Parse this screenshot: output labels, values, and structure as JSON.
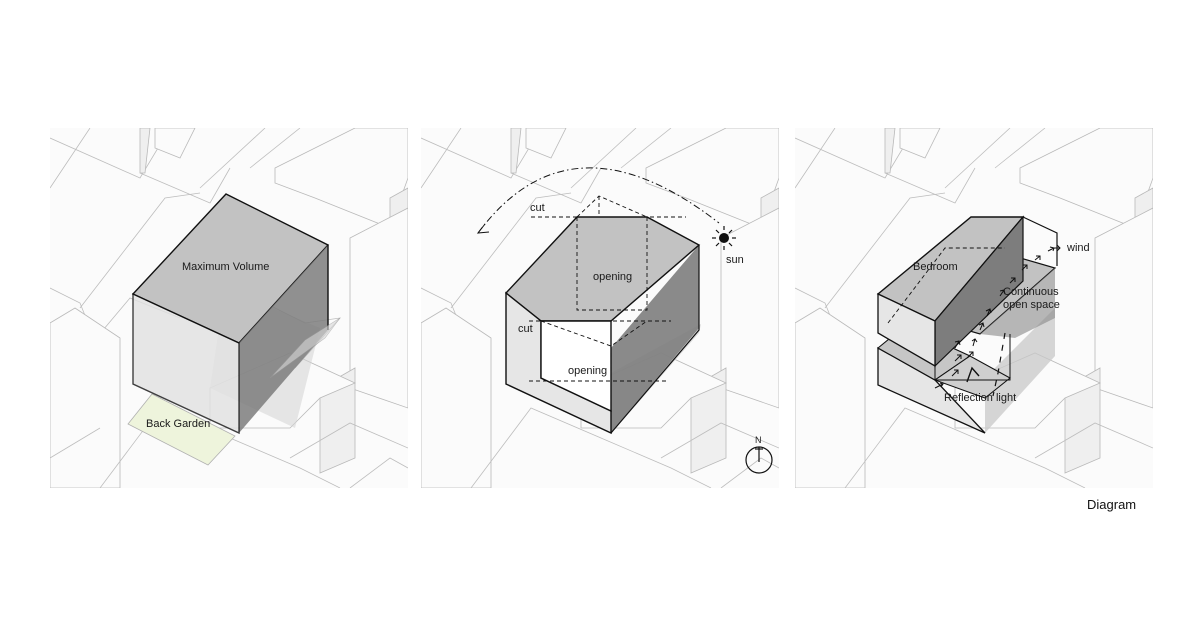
{
  "caption": "Diagram",
  "panels": [
    {
      "id": "maximum-volume",
      "labels": {
        "volume": "Maximum Volume",
        "garden": "Back Garden"
      },
      "colors": {
        "top": "#c2c2c2",
        "side_dark": "#7d7d7d",
        "front": "#e6e6e6",
        "garden": "#eef4dc"
      }
    },
    {
      "id": "cut-and-opening",
      "labels": {
        "cut_top": "cut",
        "opening_top": "opening",
        "cut_front": "cut",
        "opening_front": "opening",
        "sun": "sun",
        "north": "N"
      },
      "colors": {
        "top": "#c2c2c2",
        "side_dark": "#7d7d7d",
        "front": "#e6e6e6"
      }
    },
    {
      "id": "spatial-program",
      "labels": {
        "bedroom": "Bedroom",
        "wind": "wind",
        "open_space_line1": "Continuous",
        "open_space_line2": "open space",
        "reflection": "Reflection light"
      },
      "colors": {
        "top": "#c2c2c2",
        "side_dark": "#7d7d7d",
        "front": "#e6e6e6"
      }
    }
  ]
}
